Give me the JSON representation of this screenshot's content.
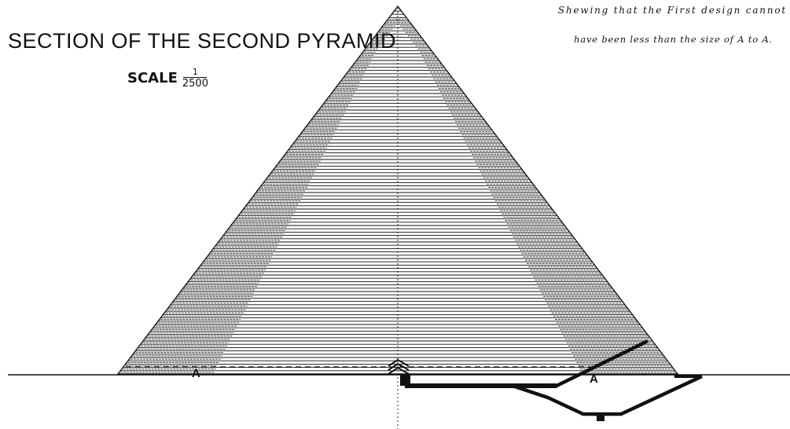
{
  "diagram": {
    "title": "SECTION OF THE SECOND PYRAMID",
    "scale": {
      "label": "SCALE",
      "numerator": "1",
      "denominator": "2500"
    },
    "note": {
      "line1": "Shewing that the First design cannot",
      "line2": "have been less than the size of A to A."
    },
    "labels": {
      "a_left": "A",
      "a_right": "A"
    },
    "colors": {
      "ink": "#111111",
      "background": "#ffffff"
    }
  }
}
